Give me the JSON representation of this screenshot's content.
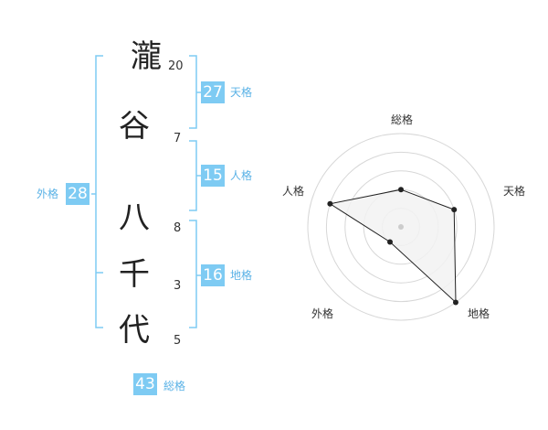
{
  "name": {
    "characters": [
      {
        "char": "瀧",
        "strokes": "20"
      },
      {
        "char": "谷",
        "strokes": "7"
      },
      {
        "char": "八",
        "strokes": "8"
      },
      {
        "char": "千",
        "strokes": "3"
      },
      {
        "char": "代",
        "strokes": "5"
      }
    ]
  },
  "scores": {
    "tenkaku": {
      "value": "27",
      "label": "天格"
    },
    "jinkaku": {
      "value": "15",
      "label": "人格"
    },
    "chikaku": {
      "value": "16",
      "label": "地格"
    },
    "gaikaku": {
      "value": "28",
      "label": "外格"
    },
    "soukaku": {
      "value": "43",
      "label": "総格"
    }
  },
  "radar": {
    "axes": [
      "総格",
      "天格",
      "地格",
      "外格",
      "人格"
    ],
    "levels": 5,
    "values": [
      2,
      3,
      5,
      1,
      4
    ],
    "colors": {
      "ring": "#d7d7d7",
      "fill": "#f2f2f2",
      "line": "#222222",
      "center": "#cccccc"
    }
  },
  "colors": {
    "accent": "#7ecbf3",
    "accent_text": "#5ab2e6",
    "bracket": "#7ecbf3"
  }
}
